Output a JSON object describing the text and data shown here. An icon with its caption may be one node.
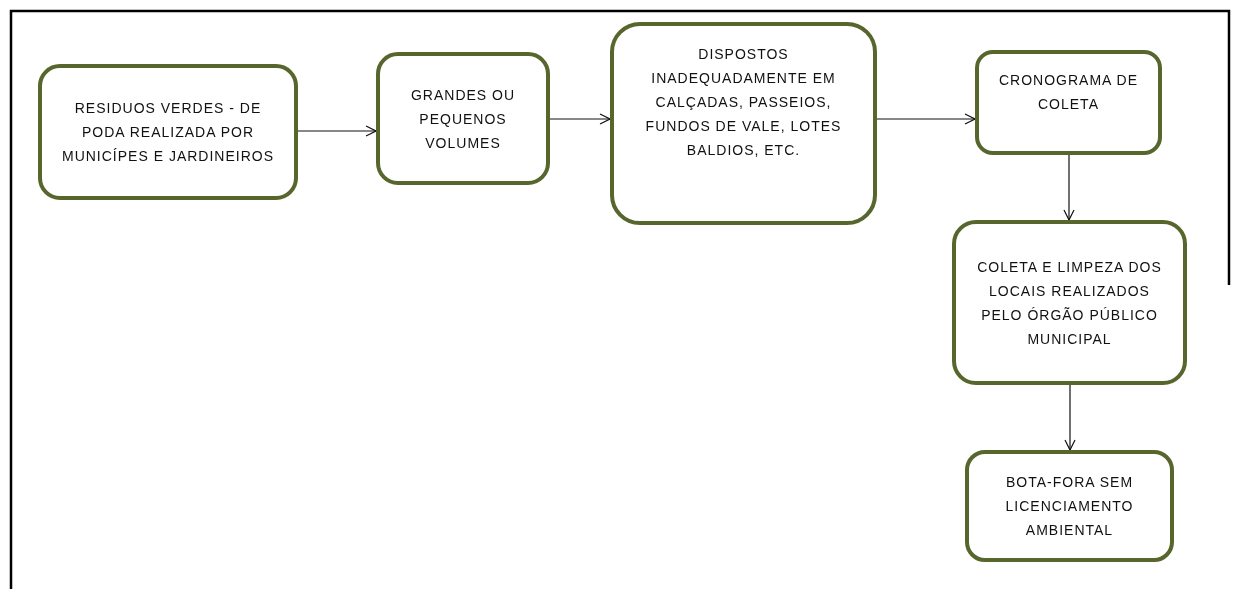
{
  "diagram": {
    "nodes": [
      {
        "text": [
          "RESIDUOS VERDES - DE PODA REALIZADA POR MUNICÍPES E JARDINEIROS"
        ]
      },
      {
        "text": [
          "GRANDES OU PEQUENOS VOLUMES"
        ]
      },
      {
        "text": [
          "DISPOSTOS INADEQUADAMENTE EM CALÇADAS, PASSEIOS, FUNDOS DE VALE, LOTES BALDIOS, ETC."
        ]
      },
      {
        "text": [
          "CRONOGRAMA DE COLETA"
        ]
      },
      {
        "text": [
          "COLETA E LIMPEZA DOS LOCAIS REALIZADOS PELO ÓRGÃO PÚBLICO MUNICIPAL"
        ]
      },
      {
        "text": [
          "BOTA-FORA SEM LICENCIAMENTO AMBIENTAL"
        ]
      }
    ],
    "edges": [
      {
        "from": 0,
        "to": 1,
        "arrow": "to"
      },
      {
        "from": 1,
        "to": 2,
        "arrow": "to"
      },
      {
        "from": 2,
        "to": 3,
        "arrow": "to"
      },
      {
        "from": 3,
        "to": 4,
        "arrow": "to"
      },
      {
        "from": 4,
        "to": 5,
        "arrow": "to"
      }
    ]
  }
}
